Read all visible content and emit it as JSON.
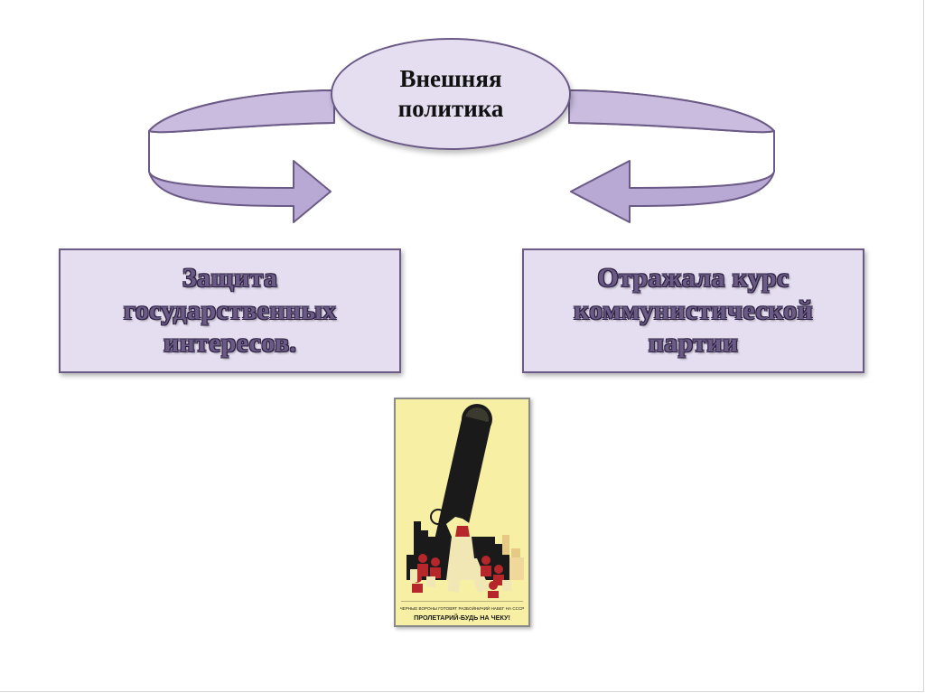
{
  "diagram": {
    "center": {
      "lines": [
        "Внешняя",
        "политика"
      ]
    },
    "left_box": {
      "lines": [
        "Защита",
        "государственных",
        "интересов."
      ]
    },
    "right_box": {
      "lines": [
        "Отражала курс",
        "коммунистической",
        "партии"
      ]
    },
    "colors": {
      "fill": "#e5def0",
      "arrow_fill": "#b8a8d4",
      "outline": "#6b5a86",
      "text_dark": "#111111",
      "text_accent": "#6b5a86"
    }
  },
  "poster": {
    "caption_small": "ЧЕРНЫЕ ВОРОНЫ ГОТОВЯТ РАЗБОЙНИЧИЙ НАБЕГ НА СССР",
    "caption_main": "ПРОЛЕТАРИЙ-БУДЬ НА ЧЕКУ!",
    "colors": {
      "background": "#f7efa3",
      "dark": "#1a1a1a",
      "red": "#b5272b"
    }
  }
}
